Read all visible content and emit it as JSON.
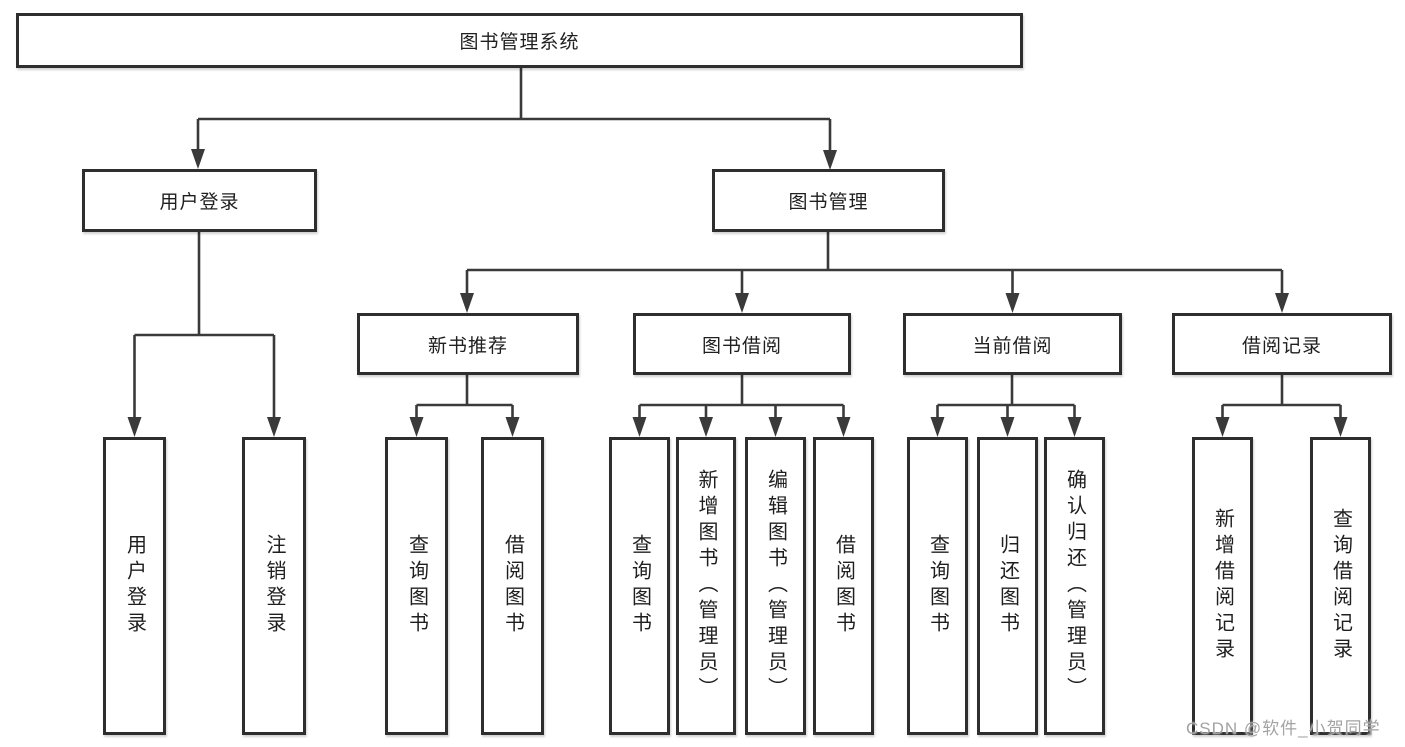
{
  "diagram_type": "hierarchy-tree",
  "hierarchy": {
    "图书管理系统": {
      "用户登录": [
        "用户登录",
        "注销登录"
      ],
      "图书管理": {
        "新书推荐": [
          "查询图书",
          "借阅图书"
        ],
        "图书借阅": [
          "查询图书",
          "新增图书（管理员）",
          "编辑图书（管理员）",
          "借阅图书"
        ],
        "当前借阅": [
          "查询图书",
          "归还图书",
          "确认归还（管理员）"
        ],
        "借阅记录": [
          "新增借阅记录",
          "查询借阅记录"
        ]
      }
    }
  },
  "nodes": {
    "root": {
      "label": "图书管理系统"
    },
    "userLogin": {
      "label": "用户登录"
    },
    "bookManagement": {
      "label": "图书管理"
    },
    "newBookRecommend": {
      "label": "新书推荐"
    },
    "bookBorrow": {
      "label": "图书借阅"
    },
    "currentBorrow": {
      "label": "当前借阅"
    },
    "borrowRecords": {
      "label": "借阅记录"
    },
    "leafUserLogin": {
      "label": "用户登录"
    },
    "leafLogout": {
      "label": "注销登录"
    },
    "leafNbQuery": {
      "label": "查询图书"
    },
    "leafNbBorrow": {
      "label": "借阅图书"
    },
    "leafBbQuery": {
      "label": "查询图书"
    },
    "leafBbAdd": {
      "label": "新增图书（管理员）"
    },
    "leafBbEdit": {
      "label": "编辑图书（管理员）"
    },
    "leafBbBorrow": {
      "label": "借阅图书"
    },
    "leafCbQuery": {
      "label": "查询图书"
    },
    "leafCbReturn": {
      "label": "归还图书"
    },
    "leafCbConfirm": {
      "label": "确认归还（管理员）"
    },
    "leafBrAdd": {
      "label": "新增借阅记录"
    },
    "leafBrQuery": {
      "label": "查询借阅记录"
    }
  },
  "watermark": {
    "text": "CSDN @软件_小贺同学"
  },
  "colors": {
    "line": "#3a3a3a",
    "box_border": "#2e2e2e",
    "box_fill": "#ffffff",
    "text": "#1f1f1f",
    "watermark": "#a3a3a3",
    "background": "#ffffff"
  }
}
